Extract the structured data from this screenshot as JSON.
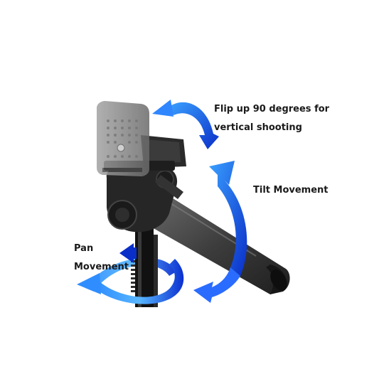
{
  "labels": {
    "flip_line1": "Flip up 90 degrees for",
    "flip_line2": "vertical shooting",
    "tilt": "Tilt Movement",
    "pan_line1": "Pan",
    "pan_line2": "Movement"
  },
  "colors": {
    "background": "#ffffff",
    "arrow_dark": "#0a2ec8",
    "arrow_light": "#3aa0ff",
    "body": "#2b2b2b",
    "handle": "#4a4a4a",
    "plate": "#8c8c8c"
  },
  "icons": {
    "flip_arrow": "curved-arrow-icon",
    "tilt_arrow": "curved-arrow-icon",
    "pan_arrow": "rotate-arrow-icon"
  }
}
